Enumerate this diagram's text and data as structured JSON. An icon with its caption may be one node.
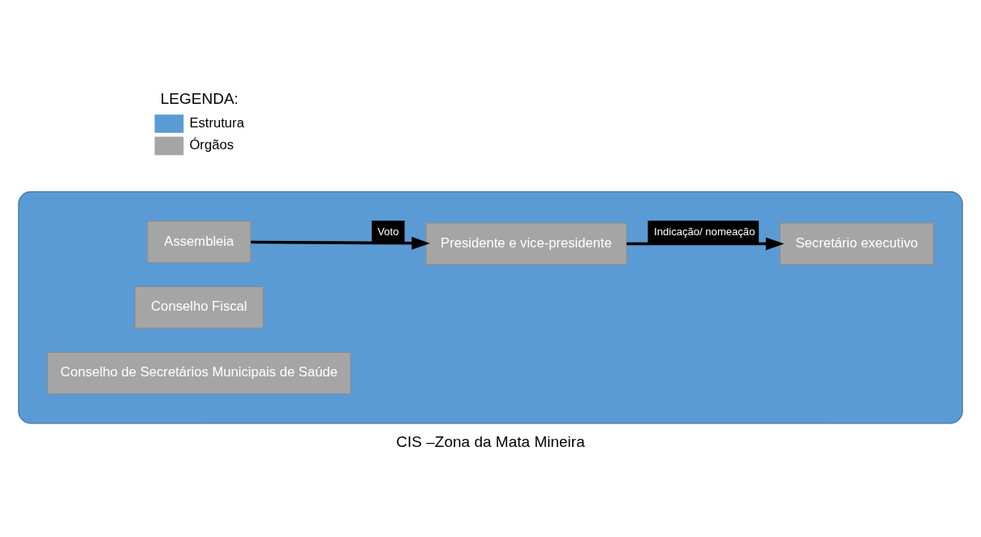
{
  "diagram": {
    "caption": "CIS –Zona da Mata Mineira",
    "nodes": [
      {
        "text": [],
        "shape": "ellipse"
      },
      {
        "text": [
          "Assembleia"
        ],
        "in": 0
      },
      {
        "text": [
          "Presidente e vice-presidente"
        ],
        "in": 0
      },
      {
        "text": [
          "Secretário executivo"
        ],
        "in": 0
      },
      {
        "text": [
          "Conselho Fiscal"
        ],
        "in": 0
      },
      {
        "text": [
          "Conselho de Secretários Municipais de Saúde"
        ],
        "in": 0
      }
    ],
    "edges": [
      {
        "from": 1,
        "to": 2,
        "arrow": "to",
        "label": "Voto"
      },
      {
        "from": 2,
        "to": 3,
        "arrow": "to",
        "label": "Indicação/ nomeação"
      }
    ],
    "labels": [
      "LEGENDA:"
    ],
    "legend": [
      {
        "text": "Estrutura",
        "color": "#5b9bd5"
      },
      {
        "text": "Órgãos",
        "color": "#a5a5a5"
      }
    ]
  }
}
